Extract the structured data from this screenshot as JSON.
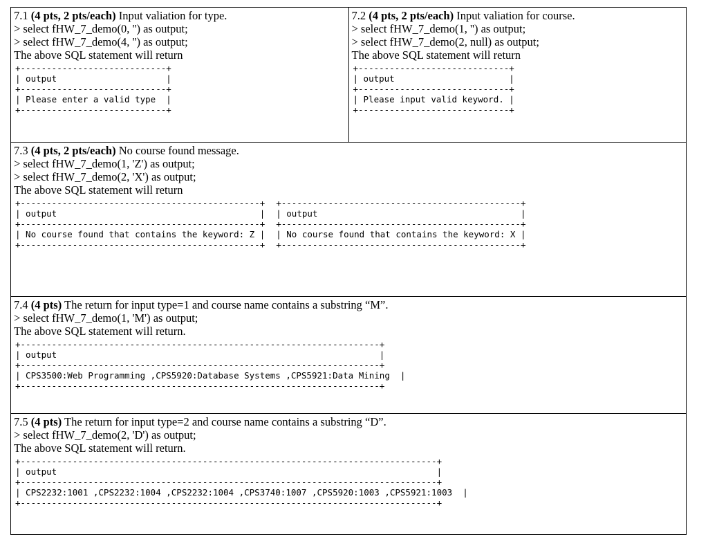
{
  "sections": [
    {
      "number": "7.1",
      "points": "(4 pts, 2 pts/each)",
      "desc": "Input valiation for type.",
      "queries": [
        "> select fHW_7_demo(0, '') as output;",
        "> select fHW_7_demo(4, '') as output;"
      ],
      "returns": "The above SQL statement will return",
      "tables": [
        "+----------------------------+\n| output                     |\n+----------------------------+\n| Please enter a valid type  |\n+----------------------------+"
      ]
    },
    {
      "number": "7.2",
      "points": "(4 pts, 2 pts/each)",
      "desc": "Input valiation for course.",
      "queries": [
        "> select fHW_7_demo(1, '') as output;",
        "> select fHW_7_demo(2, null) as output;"
      ],
      "returns": "The above SQL statement will return",
      "tables": [
        "+-----------------------------+\n| output                      |\n+-----------------------------+\n| Please input valid keyword. |\n+-----------------------------+"
      ]
    },
    {
      "number": "7.3",
      "points": "(4 pts, 2 pts/each)",
      "desc": " No course found message.",
      "queries": [
        "> select fHW_7_demo(1, 'Z') as output;",
        "> select fHW_7_demo(2, 'X') as output;"
      ],
      "returns": "The above SQL statement will return",
      "tables": [
        "+----------------------------------------------+\n| output                                       |\n+----------------------------------------------+\n| No course found that contains the keyword: Z |\n+----------------------------------------------+",
        "+----------------------------------------------+\n| output                                       |\n+----------------------------------------------+\n| No course found that contains the keyword: X |\n+----------------------------------------------+"
      ]
    },
    {
      "number": "7.4",
      "points": "(4 pts)",
      "desc": "The return for input type=1 and course name contains a substring “M”.",
      "queries": [
        "> select fHW_7_demo(1, 'M') as output;"
      ],
      "returns": "The above SQL statement will return.",
      "tables": [
        "+---------------------------------------------------------------------+\n| output                                                              |\n+---------------------------------------------------------------------+\n| CPS3500:Web Programming ,CPS5920:Database Systems ,CPS5921:Data Mining  |\n+---------------------------------------------------------------------+"
      ]
    },
    {
      "number": "7.5",
      "points": "(4 pts)",
      "desc": "The return for input type=2 and course name contains a substring “D”.",
      "queries": [
        "> select fHW_7_demo(2, 'D') as output;"
      ],
      "returns": "The above SQL statement will return.",
      "tables": [
        "+--------------------------------------------------------------------------------+\n| output                                                                         |\n+--------------------------------------------------------------------------------+\n| CPS2232:1001 ,CPS2232:1004 ,CPS2232:1004 ,CPS3740:1007 ,CPS5920:1003 ,CPS5921:1003  |\n+--------------------------------------------------------------------------------+"
      ]
    }
  ]
}
